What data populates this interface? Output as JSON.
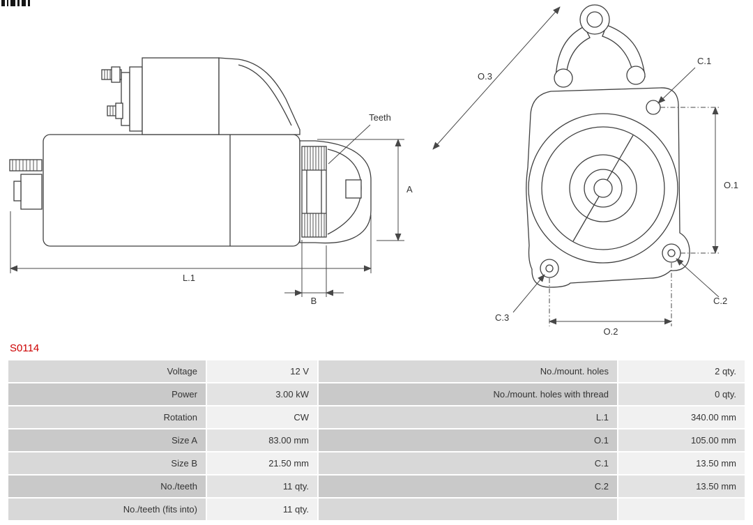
{
  "part_number": "S0114",
  "diagram": {
    "side_view": {
      "teeth": "Teeth",
      "a": "A",
      "b": "B",
      "l1": "L.1"
    },
    "front_view": {
      "o1": "O.1",
      "o2": "O.2",
      "o3": "O.3",
      "c1": "C.1",
      "c2": "C.2",
      "c3": "C.3"
    }
  },
  "table": {
    "rows": [
      {
        "label1": "Voltage",
        "value1": "12 V",
        "label2": "No./mount. holes",
        "value2": "2 qty."
      },
      {
        "label1": "Power",
        "value1": "3.00 kW",
        "label2": "No./mount. holes with thread",
        "value2": "0 qty."
      },
      {
        "label1": "Rotation",
        "value1": "CW",
        "label2": "L.1",
        "value2": "340.00 mm"
      },
      {
        "label1": "Size A",
        "value1": "83.00 mm",
        "label2": "O.1",
        "value2": "105.00 mm"
      },
      {
        "label1": "Size B",
        "value1": "21.50 mm",
        "label2": "C.1",
        "value2": "13.50 mm"
      },
      {
        "label1": "No./teeth",
        "value1": "11 qty.",
        "label2": "C.2",
        "value2": "13.50 mm"
      },
      {
        "label1": "No./teeth (fits into)",
        "value1": "11 qty.",
        "label2": "",
        "value2": ""
      }
    ]
  },
  "colors": {
    "part_number": "#cc0000",
    "drawing_line": "#3f3f3f",
    "label_cell_bg": "#d8d8d8",
    "label_cell_bg_alt": "#c9c9c9",
    "value_cell_bg": "#f1f1f1",
    "value_cell_bg_alt": "#e3e3e3"
  }
}
